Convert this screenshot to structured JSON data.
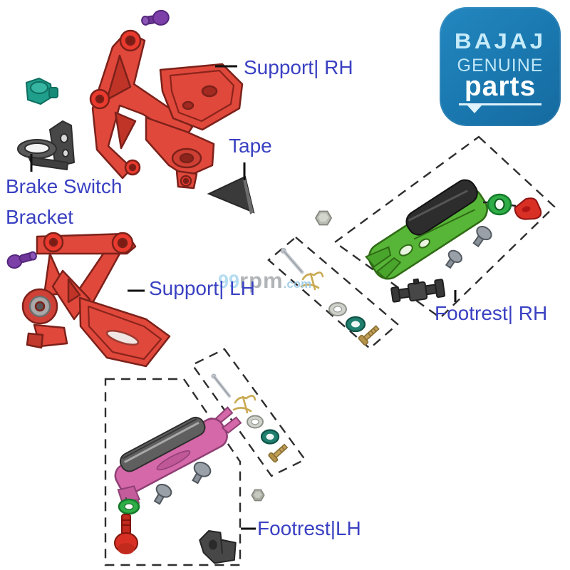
{
  "labels": {
    "support_rh": "Support| RH",
    "tape": "Tape",
    "brake_switch_line1": "Brake Switch",
    "brake_switch_line2": "Bracket",
    "support_lh": "Support| LH",
    "footrest_rh": "Footrest| RH",
    "footrest_lh": "Footrest|LH"
  },
  "logo": {
    "brand": "BAJAJ",
    "genuine": "GENUINE",
    "parts": "parts"
  },
  "watermark": {
    "num": "99",
    "rpm": "rpm",
    "com": ".com"
  },
  "colors": {
    "label_text": "#3a41c2",
    "support_red": "#e0483b",
    "support_red_dark": "#7c211a",
    "footrest_green": "#57b637",
    "footrest_green_dark": "#2f6b15",
    "footrest_pink": "#d468a8",
    "footrest_pink_dark": "#8f3f74",
    "tape_dark": "#3a3a3a",
    "teal_bolt": "#1f9e8b",
    "purple_bolt": "#7d3fa8",
    "bolt_gray": "#9aa0a8",
    "bracket_gray": "#474747",
    "gold": "#c9a952",
    "oring_teal": "#207f6e",
    "washer_silver": "#cfd2ca",
    "red_hardware": "#d93025",
    "grommet_green": "#2fae47",
    "logo_bg": "#1b7ab2",
    "logo_text": "#c6ebfa",
    "dashed_border": "#2e2e2e"
  }
}
